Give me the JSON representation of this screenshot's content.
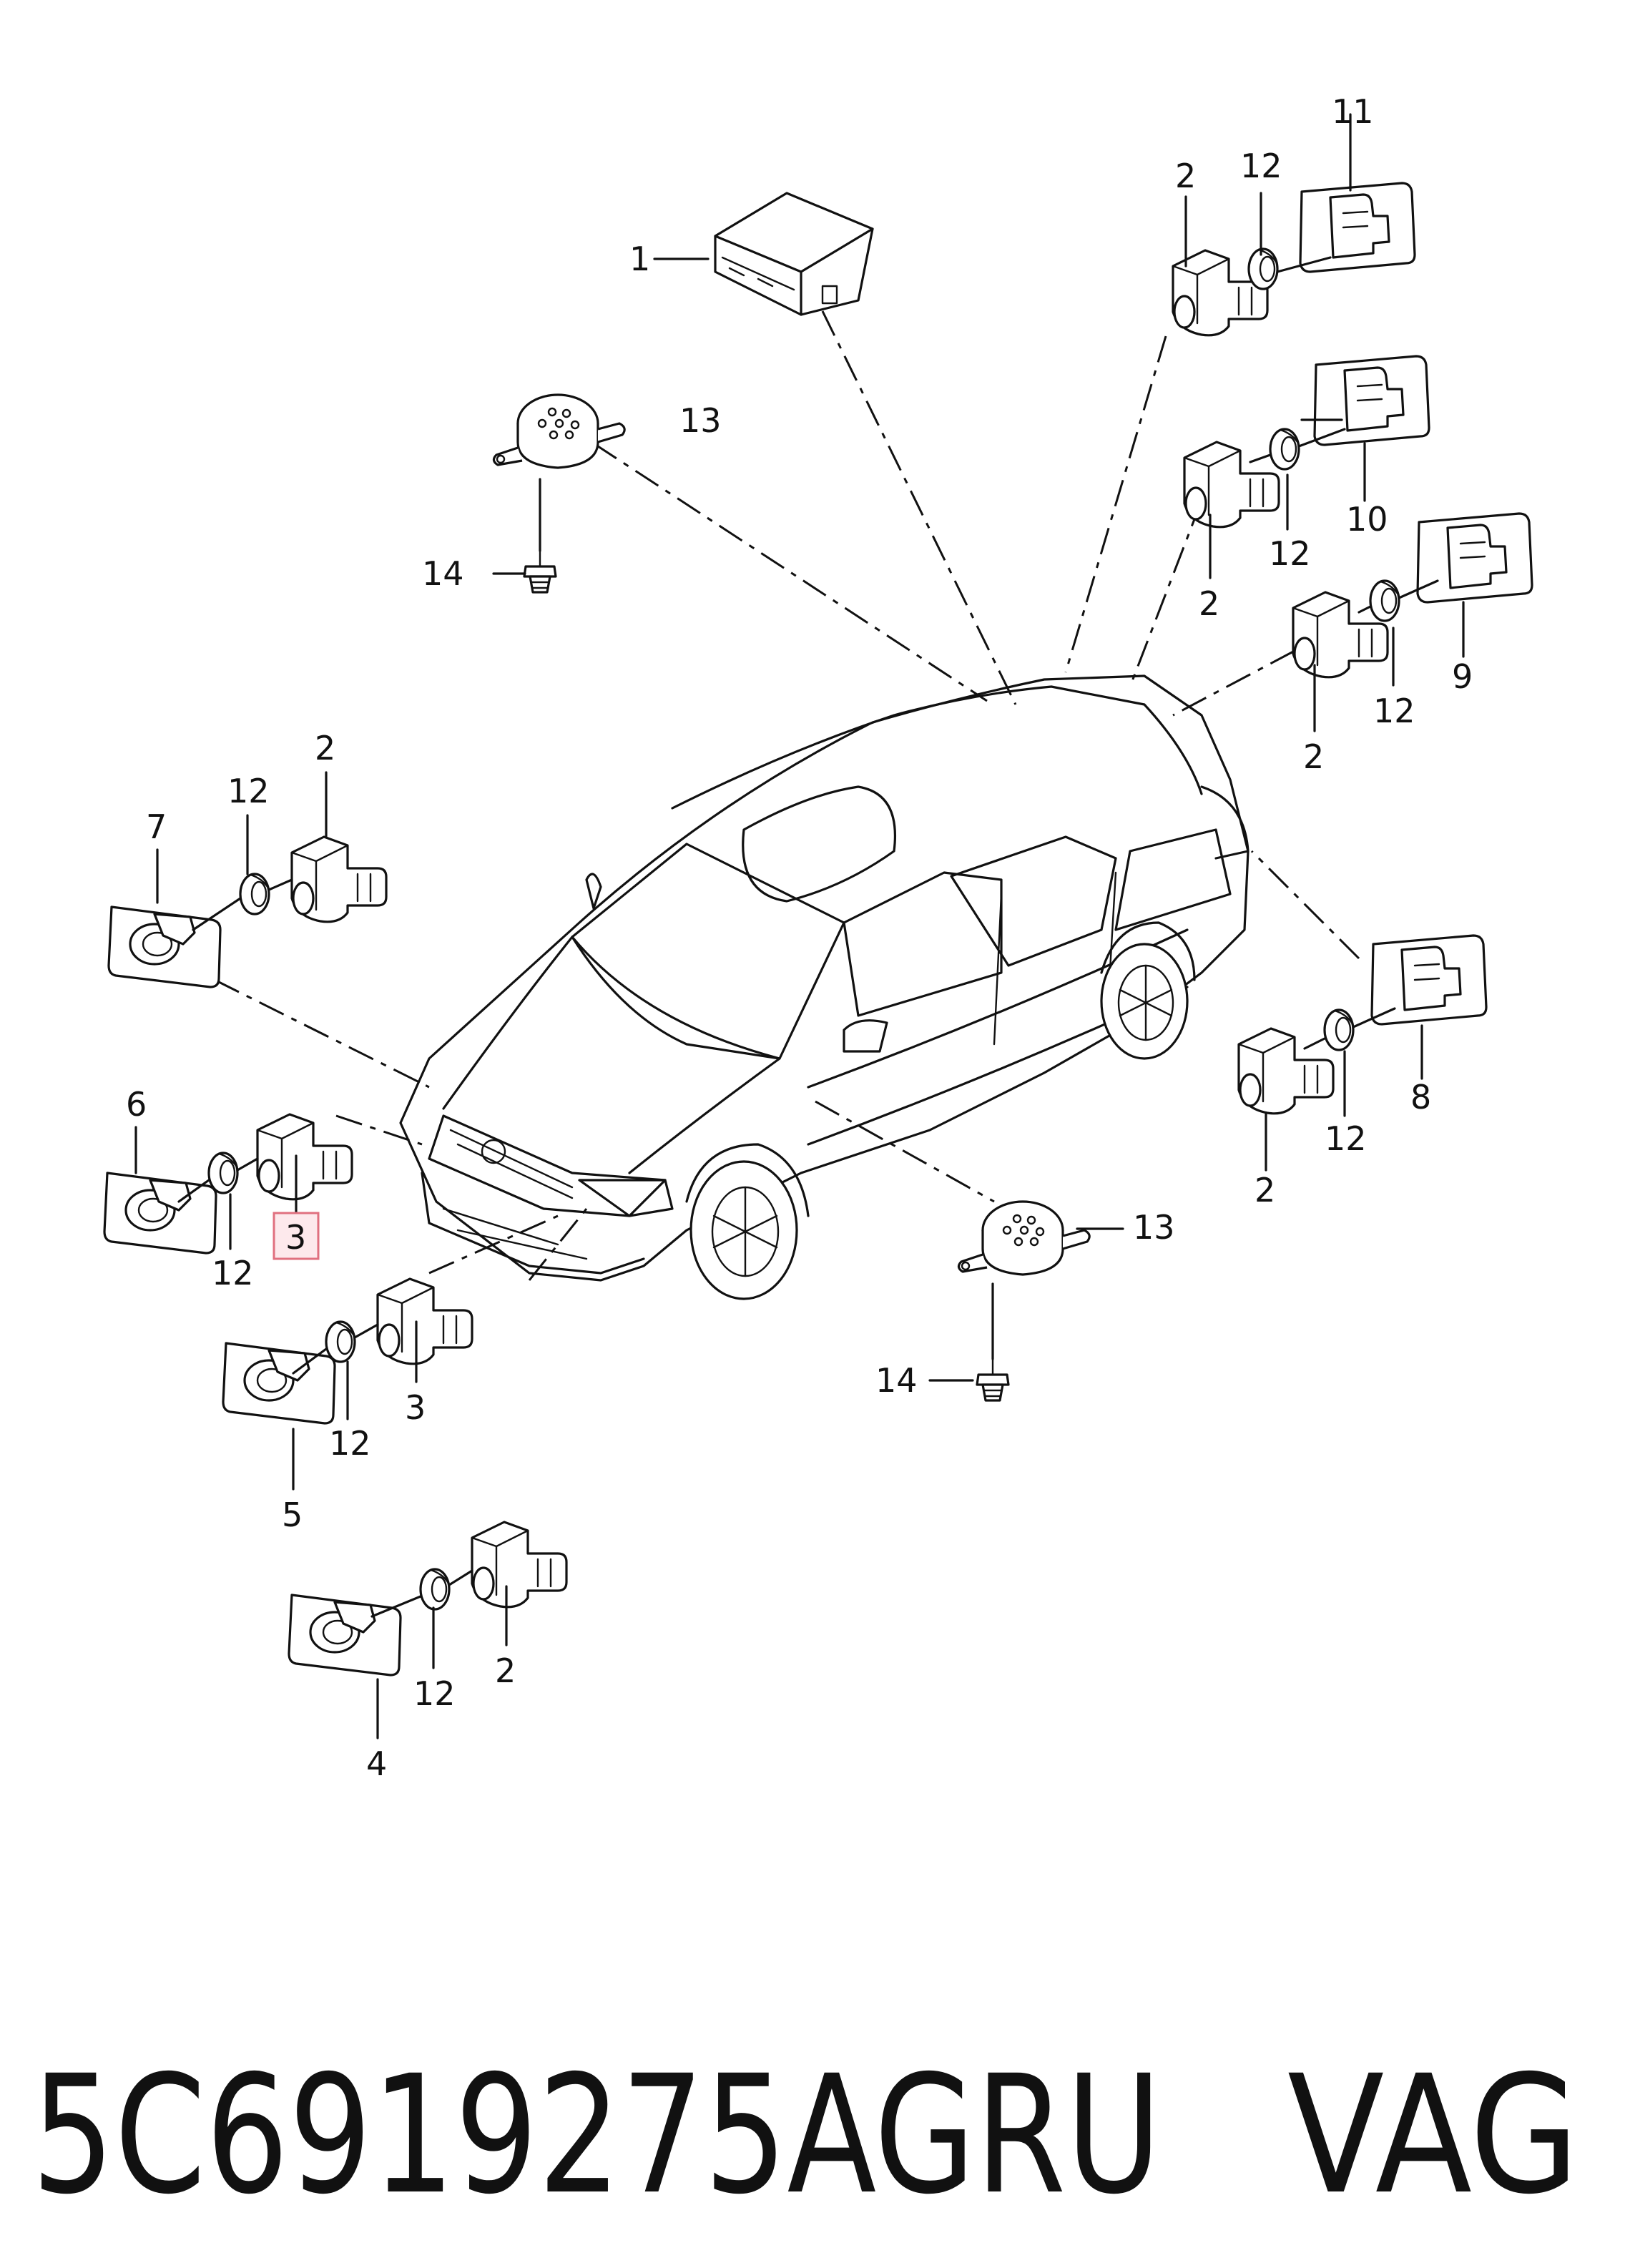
{
  "callouts": {
    "c1": "1",
    "c2": "2",
    "c3": "3",
    "c4": "4",
    "c5": "5",
    "c6": "6",
    "c7": "7",
    "c8": "8",
    "c9": "9",
    "c10": "10",
    "c11": "11",
    "c12": "12",
    "c13": "13",
    "c14": "14"
  },
  "highlighted_callout": "3",
  "footer": {
    "part_number": "5C6919275AGRU",
    "brand": "VAG"
  },
  "colors": {
    "ink": "#111111",
    "highlight_fill": "#fde9ec",
    "highlight_border": "#e0707f"
  }
}
